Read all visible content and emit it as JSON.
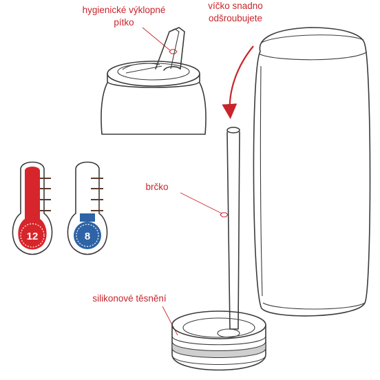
{
  "labels": {
    "straw_top": [
      "hygienické výklopné",
      "pítko"
    ],
    "lid_note": [
      "víčko snadno",
      "odšroubujete"
    ],
    "straw": "brčko",
    "seal": "silikonové těsnění"
  },
  "thermometers": {
    "cold": {
      "hours": "12",
      "color": "#d7262b"
    },
    "hot": {
      "hours": "8",
      "color": "#2e63a6"
    }
  },
  "colors": {
    "accent": "#c8242b",
    "outline": "#3a3a3a",
    "tick": "#5a3a2a"
  }
}
